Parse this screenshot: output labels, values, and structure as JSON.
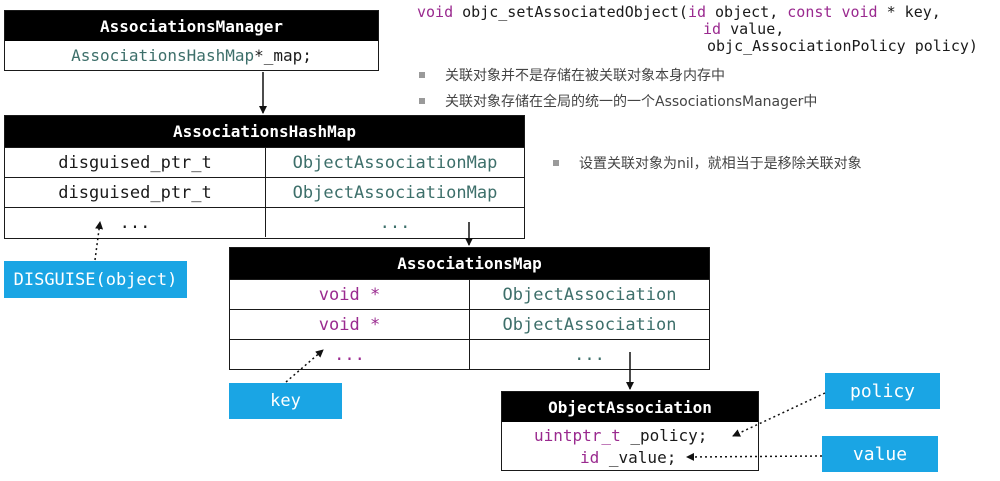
{
  "signature": {
    "line1_void": "void",
    "line1_fn": " objc_setAssociatedObject(",
    "line1_id": "id",
    "line1_obj": " object, ",
    "line1_const": "const void",
    "line1_key": " * key,",
    "line2_id": "id",
    "line2_value": " value,",
    "line3_policy": "objc_AssociationPolicy policy)"
  },
  "notes": [
    "关联对象并不是存储在被关联对象本身内存中",
    "关联对象存储在全局的统一的一个AssociationsManager中",
    "设置关联对象为nil，就相当于是移除关联对象"
  ],
  "associations_manager": {
    "title": "AssociationsManager",
    "field_type": "AssociationsHashMap",
    "field_name": " *_map;"
  },
  "associations_hash_map": {
    "title": "AssociationsHashMap",
    "rows": [
      {
        "key": "disguised_ptr_t",
        "value": "ObjectAssociationMap"
      },
      {
        "key": "disguised_ptr_t",
        "value": "ObjectAssociationMap"
      },
      {
        "key": "...",
        "value": "..."
      }
    ]
  },
  "associations_map": {
    "title": "AssociationsMap",
    "rows": [
      {
        "key": "void *",
        "value": "ObjectAssociation"
      },
      {
        "key": "void *",
        "value": "ObjectAssociation"
      },
      {
        "key": "...",
        "value": "..."
      }
    ]
  },
  "object_association": {
    "title": "ObjectAssociation",
    "policy_type": "uintptr_t",
    "policy_name": " _policy;",
    "value_type": "id",
    "value_name": " _value;"
  },
  "callouts": {
    "disguise": "DISGUISE(object)",
    "key": "key",
    "policy": "policy",
    "value": "value"
  },
  "colors": {
    "callout": "#1aa5e4",
    "teal": "#3d6f6a",
    "purple": "#9a2a8f",
    "header": "#000000"
  }
}
